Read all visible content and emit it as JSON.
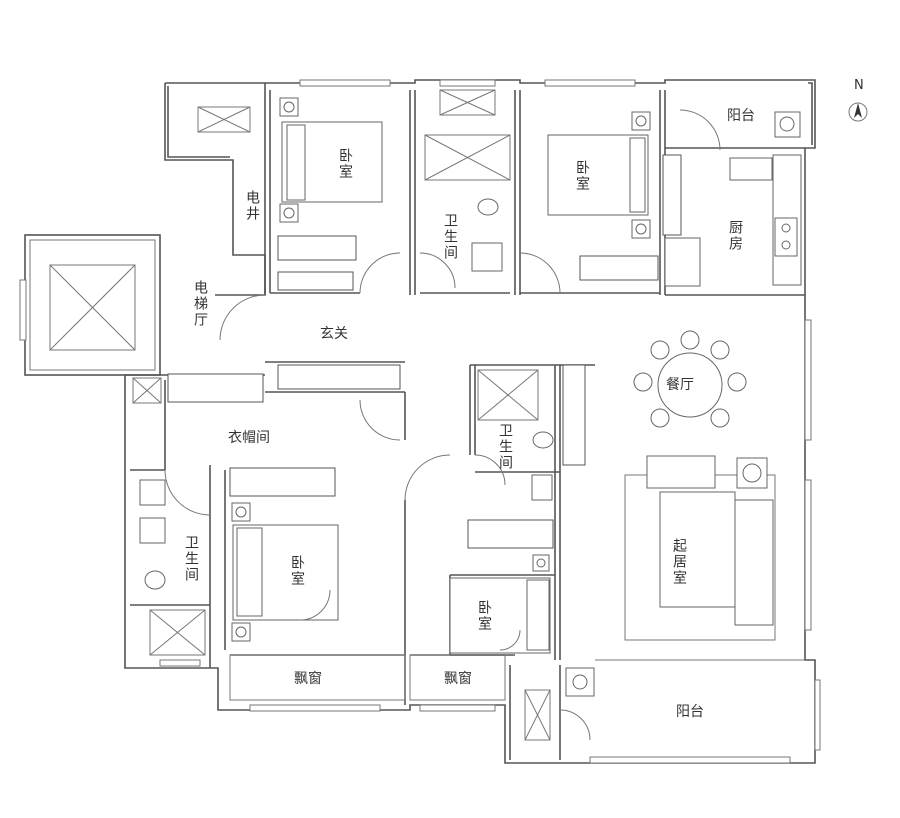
{
  "compass": {
    "label": "N"
  },
  "rooms": {
    "bedroom_top_left": "卧室",
    "bedroom_top_right": "卧室",
    "bedroom_bottom_left": "卧室",
    "bedroom_bottom_mid": "卧室",
    "elevator_shaft": "电井",
    "elevator_hall": "电梯厅",
    "entrance": "玄关",
    "bathroom_top": "卫生间",
    "bathroom_mid": "卫生间",
    "bathroom_left": "卫生间",
    "kitchen": "厨房",
    "balcony_top": "阳台",
    "balcony_bottom": "阳台",
    "dining": "餐厅",
    "living": "起居室",
    "cloakroom": "衣帽间",
    "bay_window_left": "飘窗",
    "bay_window_mid": "飘窗"
  },
  "colors": {
    "wall": "#555555",
    "text": "#333333",
    "background": "#ffffff"
  }
}
